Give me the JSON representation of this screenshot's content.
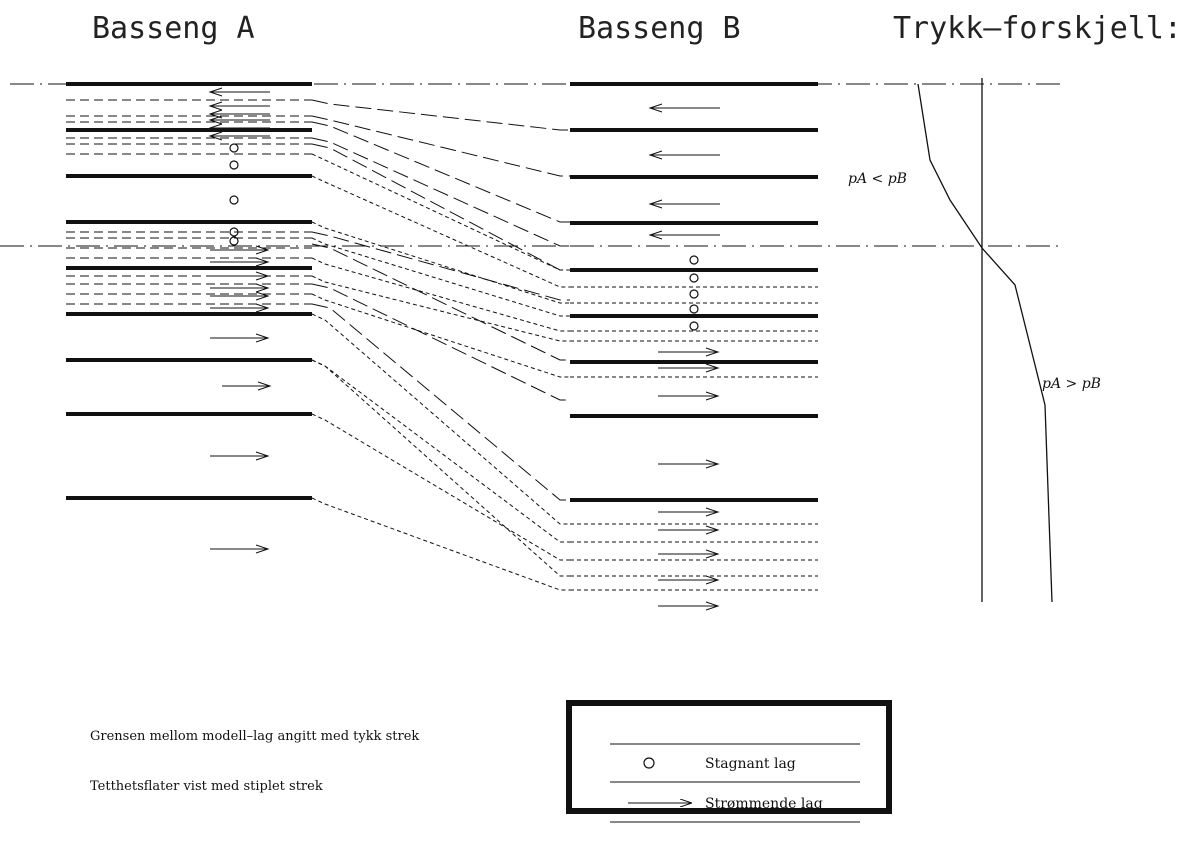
{
  "titles": {
    "basin_a": "Basseng A",
    "basin_b": "Basseng B",
    "pressure": "Trykk–forskjell:"
  },
  "pressure_labels": {
    "upper": "pA < pB",
    "lower": "pA > pB"
  },
  "notes": {
    "thick_line": "Grensen mellom modell–lag angitt med tykk strek",
    "dashed_line": "Tetthetsflater vist med stiplet strek"
  },
  "legend": {
    "stagnant": "Stagnant lag",
    "flowing": "Strømmende lag"
  },
  "icons": {
    "stagnant": "open-circle-icon",
    "flowing": "arrow-right-icon",
    "inflow": "arrow-left-icon"
  },
  "colors": {
    "ink": "#111111",
    "background": "#ffffff"
  }
}
